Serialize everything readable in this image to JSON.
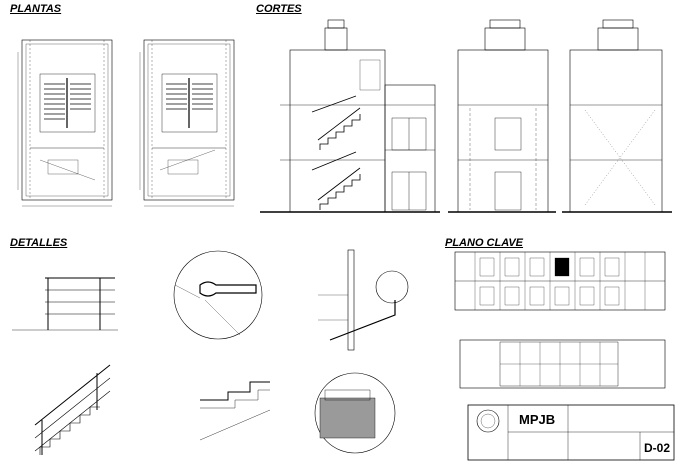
{
  "sections": {
    "plantas": "PLANTAS",
    "cortes": "CORTES",
    "detalles": "DETALLES",
    "plano_clave": "PLANO CLAVE"
  },
  "title_block": {
    "logo_text": "MPJB",
    "sheet_number": "D-02"
  },
  "colors": {
    "ink": "#000000",
    "paper": "#ffffff",
    "fill_gray": "#9a9a9a"
  }
}
